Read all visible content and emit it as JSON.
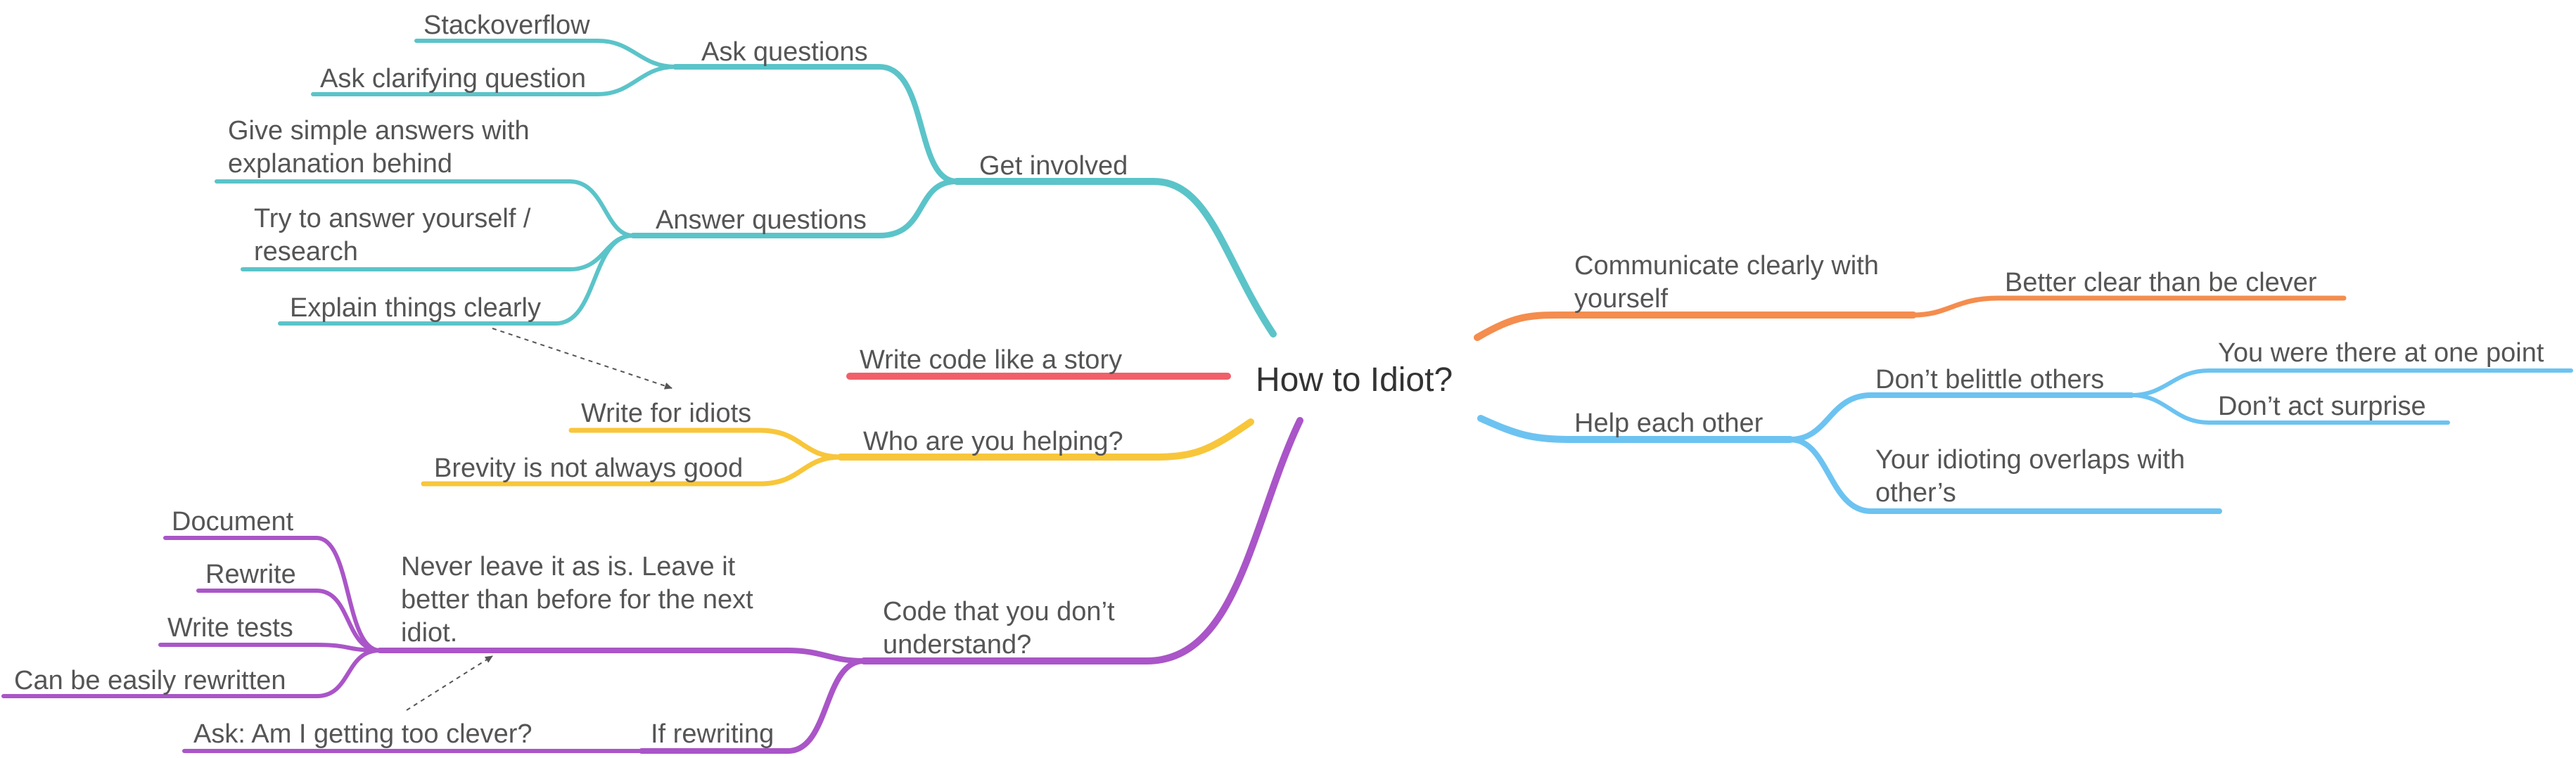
{
  "title": "How to Idiot?",
  "colors": {
    "teal": "#5bc4c9",
    "red": "#f0606a",
    "yellow": "#f8c63a",
    "purple": "#aa55c8",
    "orange": "#f48d4e",
    "blue": "#6cc3f1",
    "arrow": "#555555",
    "text": "#555555"
  },
  "branches": {
    "get_involved": {
      "label": "Get involved",
      "ask_questions": {
        "label": "Ask questions",
        "items": [
          "Stackoverflow",
          "Ask clarifying question"
        ]
      },
      "answer_questions": {
        "label": "Answer questions",
        "items": [
          [
            "Give simple answers with",
            "explanation behind"
          ],
          [
            "Try to answer yourself /",
            "research"
          ],
          [
            "Explain things clearly"
          ]
        ]
      }
    },
    "write_code": {
      "label": "Write code like a story"
    },
    "who_helping": {
      "label": "Who are you helping?",
      "items": [
        "Write for idiots",
        "Brevity is not always good"
      ]
    },
    "code_dont_understand": {
      "label": [
        "Code that you don’t",
        "understand?"
      ],
      "never_leave": {
        "label": [
          "Never leave it as is. Leave it",
          "better than before for the next",
          "idiot."
        ],
        "items": [
          "Document",
          "Rewrite",
          "Write tests",
          "Can be easily rewritten"
        ]
      },
      "if_rewriting": {
        "label": "If rewriting",
        "items": [
          "Ask: Am I getting too clever?"
        ]
      }
    },
    "communicate": {
      "label": [
        "Communicate clearly with",
        "yourself"
      ],
      "items": [
        "Better clear than be clever"
      ]
    },
    "help_each_other": {
      "label": "Help each other",
      "dont_belittle": {
        "label": "Don’t belittle others",
        "items": [
          "You were there at one point",
          "Don’t act surprise"
        ]
      },
      "overlaps": {
        "label": [
          "Your idioting overlaps with",
          "other’s"
        ]
      }
    }
  }
}
